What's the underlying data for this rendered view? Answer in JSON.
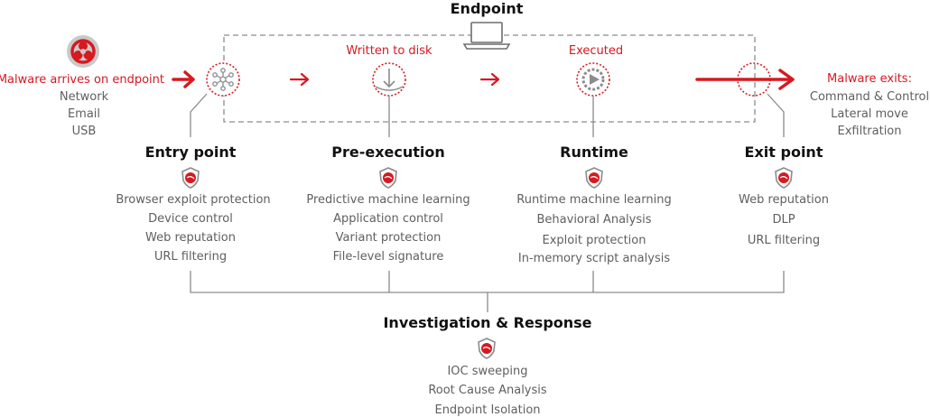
{
  "endpoint": {
    "label": "Endpoint"
  },
  "stages": {
    "arrival": {
      "label": "Malware arrives on endpoint",
      "vectors": [
        "Network",
        "Email",
        "USB"
      ]
    },
    "written": {
      "label": "Written to disk"
    },
    "executed": {
      "label": "Executed"
    },
    "exit": {
      "label": "Malware exits:",
      "vectors": [
        "Command & Control",
        "Lateral move",
        "Exfiltration"
      ]
    }
  },
  "columns": [
    {
      "title": "Entry point",
      "items": [
        "Browser exploit protection",
        "Device control",
        "Web reputation",
        "URL filtering"
      ]
    },
    {
      "title": "Pre-execution",
      "items": [
        "Predictive machine learning",
        "Application control",
        "Variant protection",
        "File-level signature"
      ]
    },
    {
      "title": "Runtime",
      "items": [
        "Runtime machine learning",
        "Behavioral Analysis",
        "Exploit protection",
        "In-memory script analysis"
      ]
    },
    {
      "title": "Exit point",
      "items": [
        "Web reputation",
        "DLP",
        "URL filtering"
      ]
    }
  ],
  "investigation": {
    "title": "Investigation & Response",
    "items": [
      "IOC sweeping",
      "Root Cause Analysis",
      "Endpoint Isolation"
    ]
  },
  "colors": {
    "accent": "#d71920",
    "text": "#5f5f5f",
    "heading": "#111111",
    "line": "#8c8c8c"
  },
  "icons": [
    "biohazard-icon",
    "laptop-icon",
    "network-node-icon",
    "disk-write-icon",
    "execute-gear-icon",
    "exit-circle-icon",
    "shield-icon"
  ]
}
